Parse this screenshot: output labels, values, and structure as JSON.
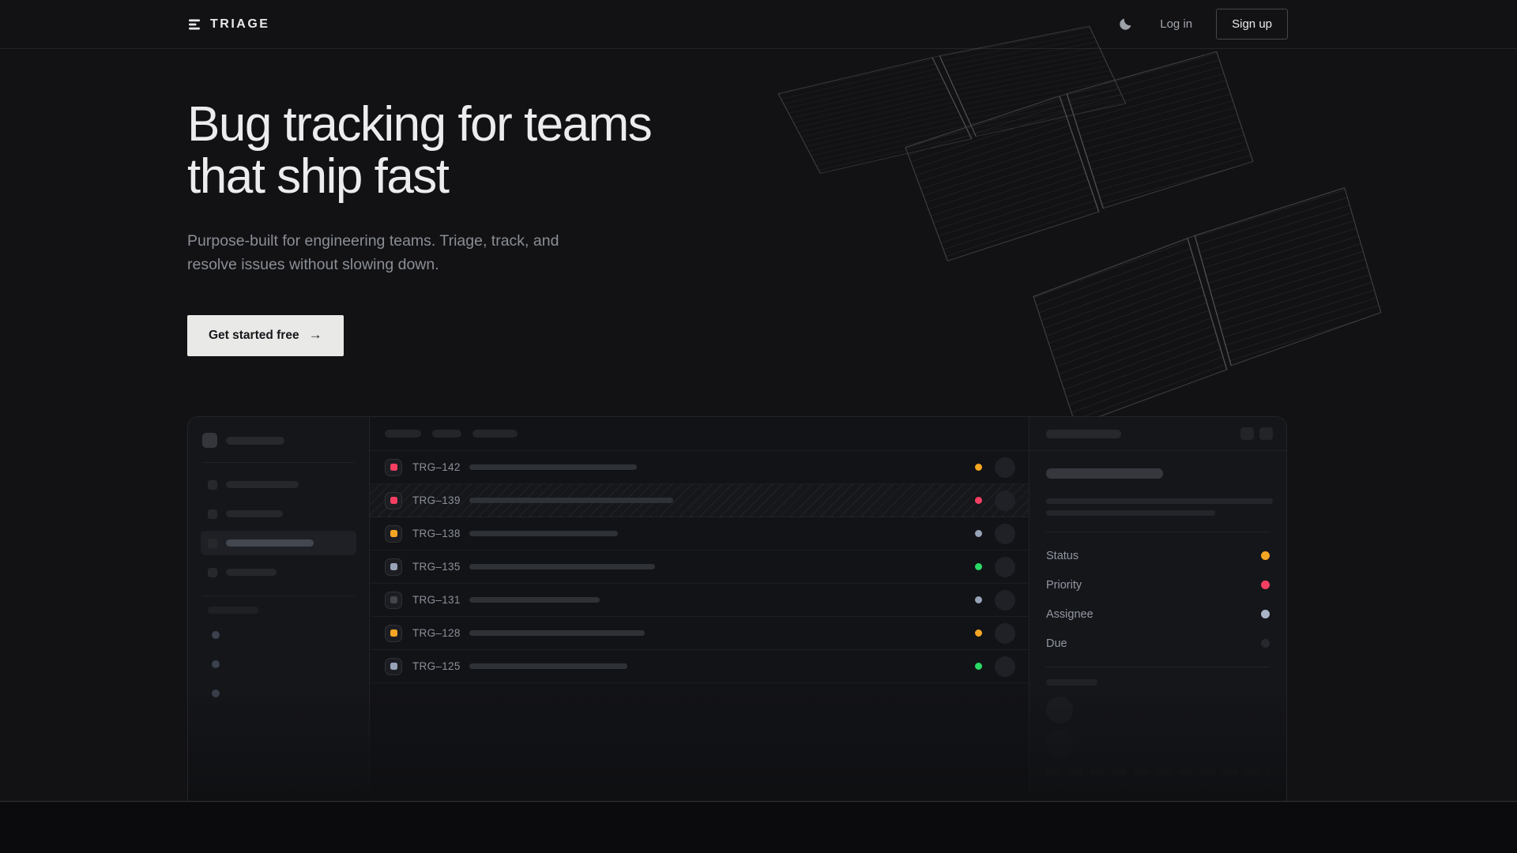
{
  "nav": {
    "brand": "TRIAGE",
    "login_label": "Log in",
    "signup_label": "Sign up"
  },
  "hero": {
    "title_line1": "Bug tracking for teams",
    "title_line2": "that ship fast",
    "subtitle_line1": "Purpose-built for engineering teams. Triage, track, and",
    "subtitle_line2": "resolve issues without slowing down.",
    "cta_label": "Get started free",
    "cta_arrow": "→"
  },
  "app_preview": {
    "issues": [
      {
        "id": "TRG–142",
        "icon_color": "#f43f63",
        "title_bar_width": 212,
        "status_color": "#f5a623",
        "highlighted": false
      },
      {
        "id": "TRG–139",
        "icon_color": "#f43f63",
        "title_bar_width": 258,
        "status_color": "#f43f63",
        "highlighted": true
      },
      {
        "id": "TRG–138",
        "icon_color": "#f5a623",
        "title_bar_width": 188,
        "status_color": "#98a3b8",
        "highlighted": false
      },
      {
        "id": "TRG–135",
        "icon_color": "#98a3b8",
        "title_bar_width": 235,
        "status_color": "#2bd965",
        "highlighted": false
      },
      {
        "id": "TRG–131",
        "icon_color": "#42454c",
        "title_bar_width": 165,
        "status_color": "#98a3b8",
        "highlighted": false
      },
      {
        "id": "TRG–128",
        "icon_color": "#f5a623",
        "title_bar_width": 222,
        "status_color": "#f5a623",
        "highlighted": false
      },
      {
        "id": "TRG–125",
        "icon_color": "#98a3b8",
        "title_bar_width": 200,
        "status_color": "#2bd965",
        "highlighted": false
      }
    ],
    "detail_fields": [
      {
        "label": "Status",
        "dot_color": "#f5a623"
      },
      {
        "label": "Priority",
        "dot_color": "#f43f63"
      },
      {
        "label": "Assignee",
        "dot_color": "#a9b4c8"
      },
      {
        "label": "Due",
        "dot_color": "#26282d"
      }
    ]
  },
  "colors": {
    "accent_orange": "#f5a623",
    "accent_pink": "#f43f63",
    "accent_green": "#2bd965",
    "accent_bluegray": "#98a3b8",
    "page_bg": "#121214",
    "cta_bg": "#e9e9e7"
  }
}
